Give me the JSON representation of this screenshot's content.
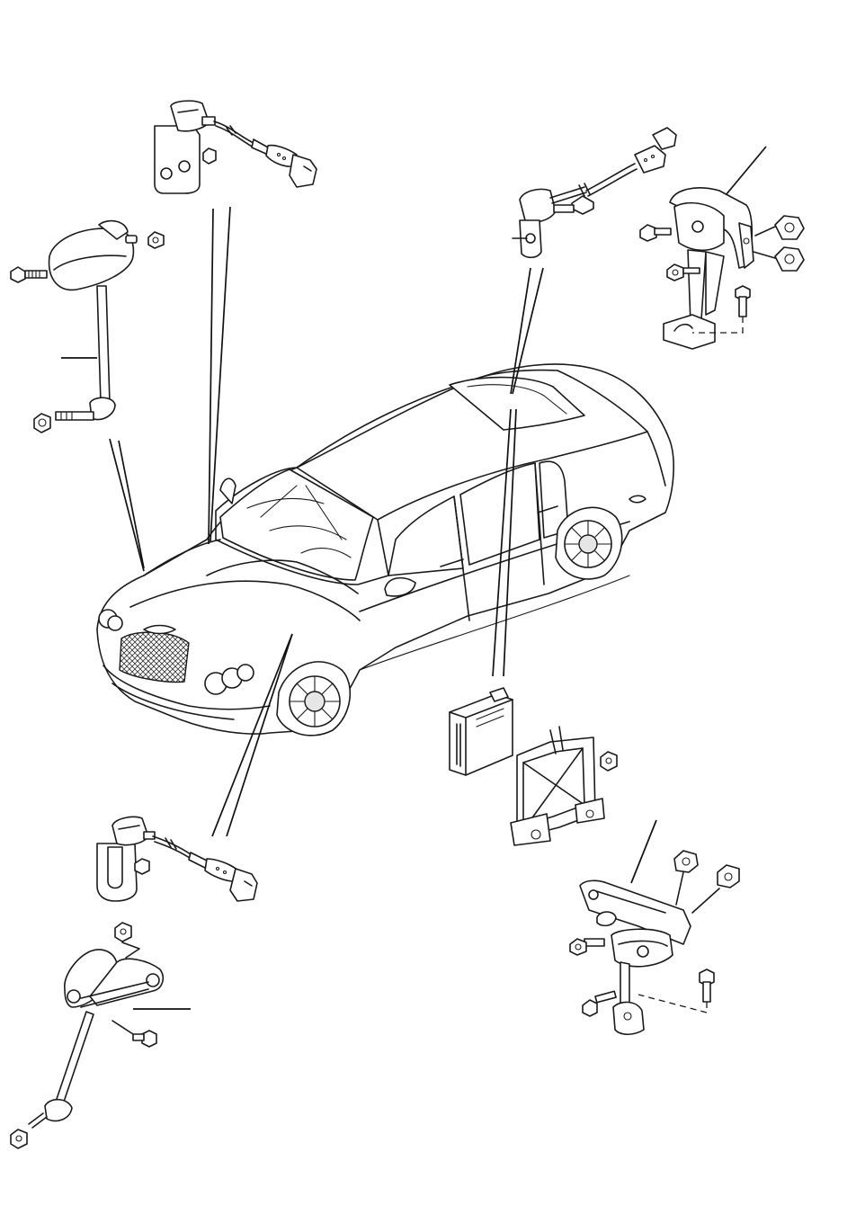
{
  "diagram": {
    "parts": [
      {
        "id": "car",
        "icon": "car-icon"
      },
      {
        "id": "front-left-level-sensor",
        "icon": "level-sensor-icon"
      },
      {
        "id": "front-right-level-sensor",
        "icon": "level-sensor-icon"
      },
      {
        "id": "rear-left-level-sensor",
        "icon": "level-sensor-icon"
      },
      {
        "id": "rear-right-level-sensor",
        "icon": "level-sensor-icon"
      },
      {
        "id": "front-left-linkage",
        "icon": "linkage-arm-icon"
      },
      {
        "id": "front-right-linkage",
        "icon": "linkage-arm-icon"
      },
      {
        "id": "rear-left-linkage",
        "icon": "linkage-arm-icon"
      },
      {
        "id": "rear-right-linkage",
        "icon": "linkage-arm-icon"
      },
      {
        "id": "control-unit",
        "icon": "control-module-icon"
      },
      {
        "id": "control-unit-bracket",
        "icon": "bracket-icon"
      }
    ],
    "line_color": "#1a1a1a",
    "background": "#ffffff"
  }
}
